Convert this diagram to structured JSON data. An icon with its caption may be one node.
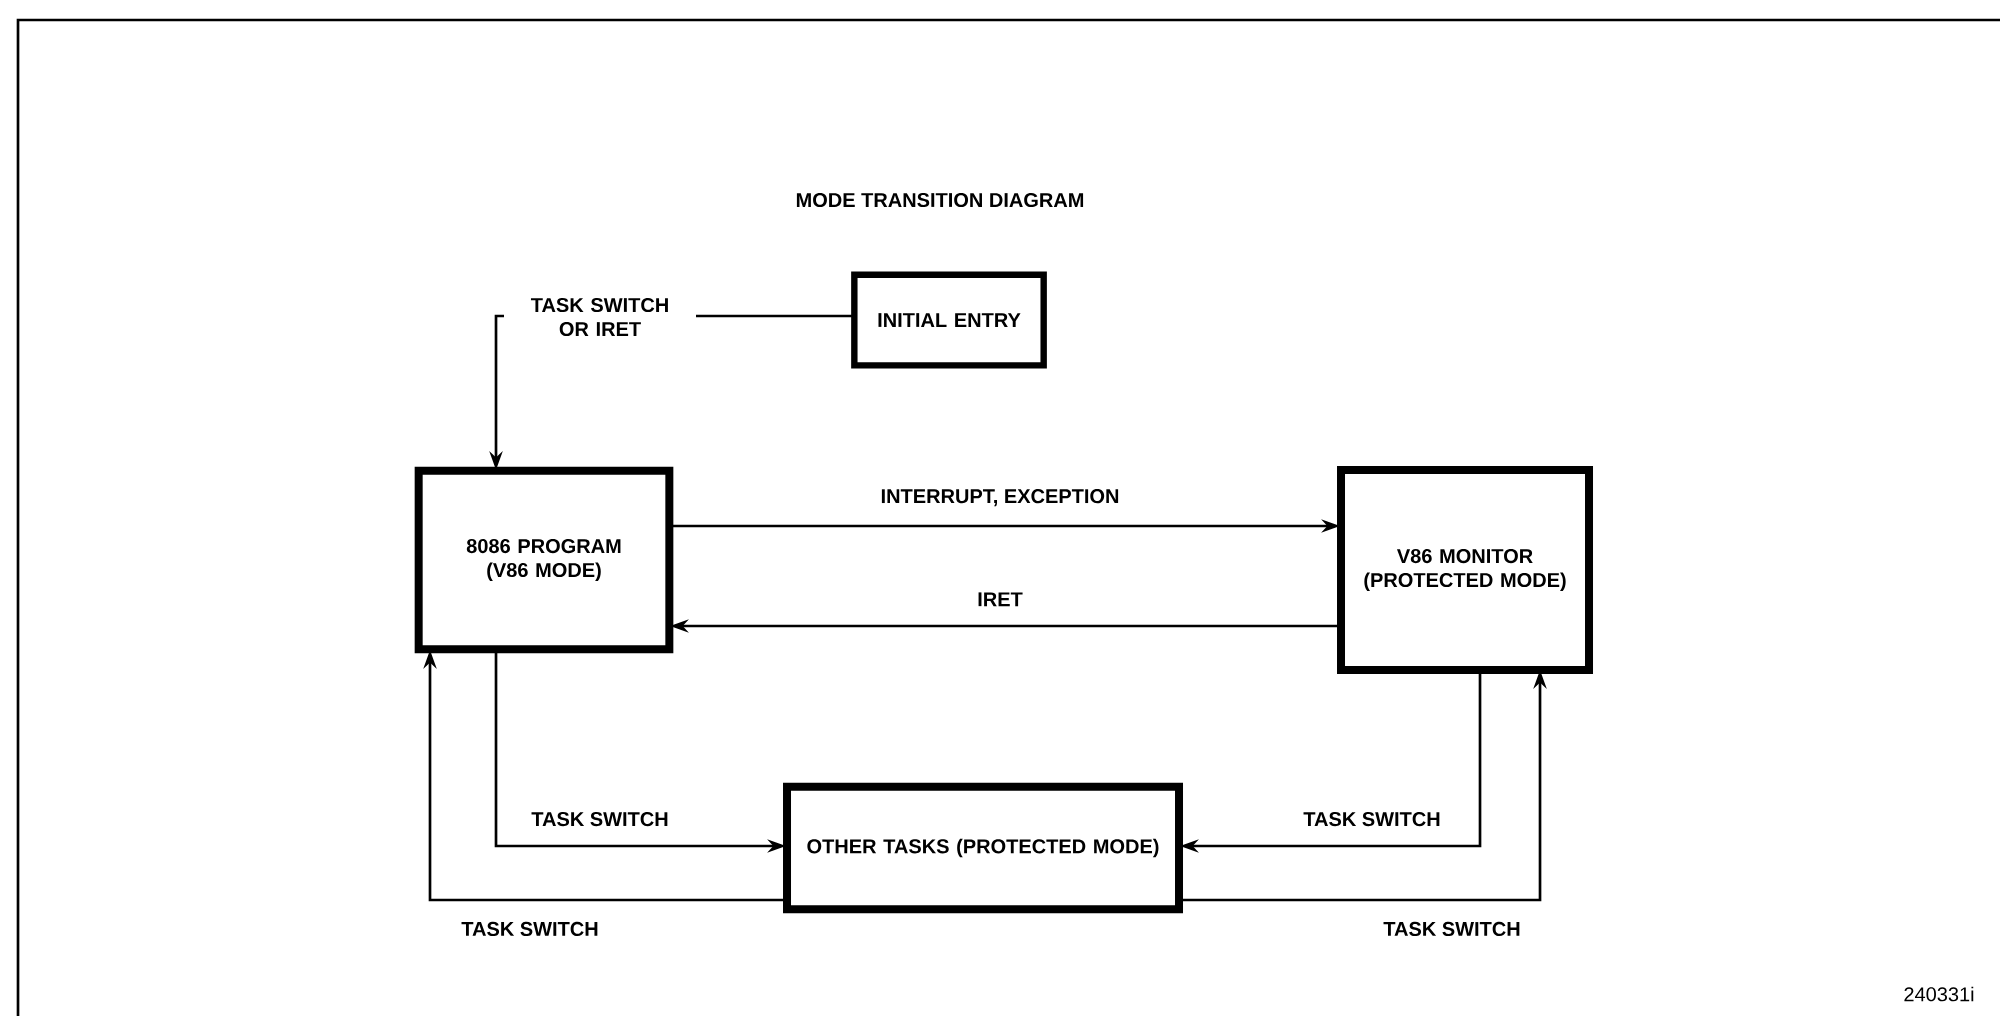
{
  "diagram": {
    "title": "MODE TRANSITION DIAGRAM",
    "nodes": [
      {
        "text": [
          "INITIAL ENTRY"
        ]
      },
      {
        "text": [
          "8086 PROGRAM (V86 MODE)"
        ]
      },
      {
        "text": [
          "V86 MONITOR (PROTECTED MODE)"
        ]
      },
      {
        "text": [
          "OTHER TASKS (PROTECTED MODE)"
        ]
      }
    ],
    "edges": [
      {
        "from": 0,
        "to": 1,
        "arrow": "to",
        "label": "TASK SWITCH OR IRET"
      },
      {
        "from": 1,
        "to": 2,
        "arrow": "to",
        "label": "INTERRUPT, EXCEPTION"
      },
      {
        "from": 2,
        "to": 1,
        "arrow": "to",
        "label": "IRET"
      },
      {
        "from": 1,
        "to": 3,
        "arrow": "to",
        "label": "TASK SWITCH"
      },
      {
        "from": 3,
        "to": 1,
        "arrow": "to",
        "label": "TASK SWITCH"
      },
      {
        "from": 2,
        "to": 3,
        "arrow": "to",
        "label": "TASK SWITCH"
      },
      {
        "from": 3,
        "to": 2,
        "arrow": "to",
        "label": "TASK SWITCH"
      }
    ],
    "labels": [
      "240331i"
    ]
  }
}
